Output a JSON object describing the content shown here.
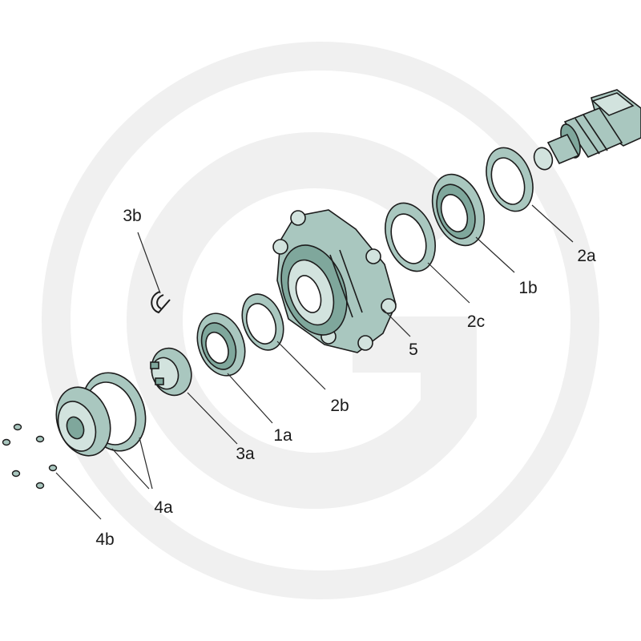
{
  "colors": {
    "part_fill": "#a9c7bf",
    "part_light": "#d2e3de",
    "part_dark": "#7fa79c",
    "outline": "#1c1c1c",
    "leader": "#2a2a2a",
    "watermark": "#f0f0f0"
  },
  "watermark": {
    "logo_name": "granit-g-logo"
  },
  "labels": {
    "l2a": "2a",
    "l1b": "1b",
    "l2c": "2c",
    "l5": "5",
    "l2b": "2b",
    "l1a": "1a",
    "l3a": "3a",
    "l3b": "3b",
    "l4a": "4a",
    "l4b": "4b"
  }
}
